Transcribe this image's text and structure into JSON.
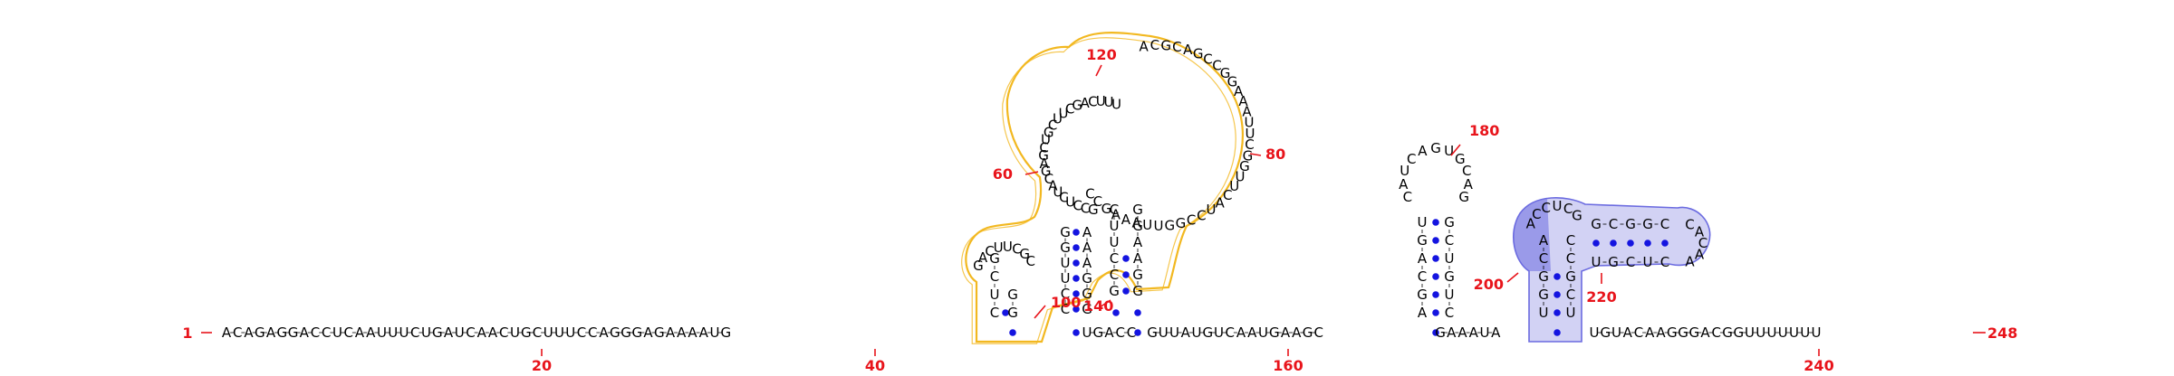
{
  "diagram": {
    "type": "rna-secondary-structure",
    "colors": {
      "nucleotide": "#000000",
      "base_pair": "#1414e0",
      "numbering": "#e8141b",
      "highlight_orange": "#f2b820",
      "highlight_blue": "#6b6be0",
      "highlight_blue_fill": "#d2d2f4"
    },
    "baseline": {
      "start_label": "1",
      "end_label": "248",
      "run_1": [
        "A",
        "C",
        "A",
        "G",
        "A",
        "G",
        "G",
        "A",
        "C",
        "C",
        "U",
        "C",
        "A",
        "A",
        "U",
        "U",
        "U",
        "C",
        "U",
        "G",
        "A",
        "U",
        "C",
        "A",
        "A",
        "C",
        "U",
        "G",
        "C",
        "U",
        "U",
        "U",
        "C",
        "C",
        "A",
        "G",
        "G",
        "G",
        "A",
        "G",
        "A",
        "A",
        "A",
        "A",
        "U",
        "G"
      ],
      "run_2": [
        "U",
        "G",
        "A",
        "C",
        "C"
      ],
      "run_3": [
        "G",
        "U",
        "U",
        "A",
        "U",
        "G",
        "U",
        "C",
        "A",
        "A",
        "U",
        "G",
        "A",
        "A",
        "G",
        "C"
      ],
      "run_4": [
        "G",
        "A",
        "A",
        "A",
        "U",
        "A"
      ],
      "run_5": [
        "U",
        "G",
        "U",
        "A",
        "C",
        "A",
        "A",
        "G",
        "G",
        "G",
        "A",
        "C",
        "G",
        "G",
        "U",
        "U",
        "U",
        "U",
        "U",
        "U",
        "U"
      ]
    },
    "numbers": [
      "20",
      "40",
      "60",
      "80",
      "100",
      "120",
      "140",
      "160",
      "180",
      "200",
      "220",
      "240"
    ],
    "stems": {
      "left_stem_outer": [
        "C",
        "U",
        "C",
        "G"
      ],
      "left_stem_inner": [
        "G",
        "A",
        "G",
        "C",
        "G",
        "A"
      ],
      "mid_stem_left": [
        "C",
        "C",
        "U",
        "U",
        "G",
        "G"
      ],
      "mid_stem_right": [
        "G",
        "G",
        "G",
        "A",
        "A",
        "A"
      ],
      "central_stem_left": [
        "G",
        "C",
        "C",
        "U",
        "U",
        "C"
      ],
      "central_stem_right": [
        "G",
        "G",
        "A",
        "A",
        "G",
        "G"
      ],
      "tall_stem_left": [
        "A",
        "G",
        "C",
        "A",
        "G",
        "U"
      ],
      "tall_stem_right": [
        "C",
        "U",
        "G",
        "U",
        "C",
        "G"
      ],
      "blue_stem_left": [
        "U",
        "G",
        "G",
        "C",
        "A"
      ],
      "blue_stem_right": [
        "U",
        "C",
        "G",
        "C",
        "C"
      ],
      "blue_arm_top": [
        "G",
        "C",
        "G",
        "G",
        "C"
      ],
      "blue_arm_bottom": [
        "U",
        "G",
        "C",
        "U",
        "C"
      ]
    },
    "loops": {
      "small_left_loop": [
        "G",
        "A",
        "C",
        "U",
        "U",
        "C",
        "G",
        "C"
      ],
      "big_left_loop": [
        "G",
        "C",
        "C",
        "U",
        "C",
        "U",
        "A",
        "C",
        "G",
        "A",
        "G",
        "C",
        "U",
        "G",
        "C",
        "U",
        "U",
        "C",
        "G",
        "A",
        "C",
        "U",
        "U",
        "U"
      ],
      "big_right_loop": [
        "A",
        "C",
        "G",
        "C",
        "A",
        "G",
        "C",
        "C",
        "G",
        "G",
        "A",
        "A",
        "A",
        "U",
        "U",
        "C",
        "G",
        "G",
        "U",
        "U",
        "C",
        "A",
        "U",
        "C",
        "C",
        "G",
        "G",
        "U",
        "U",
        "A",
        "A",
        "A",
        "G",
        "C",
        "C"
      ],
      "tall_hairpin": [
        "C",
        "A",
        "U",
        "C",
        "A",
        "G",
        "U",
        "G",
        "C",
        "A",
        "G"
      ],
      "blue_hairpin": [
        "C",
        "A",
        "C",
        "A",
        "A"
      ],
      "blue_bulge": [
        "A",
        "C",
        "C",
        "U",
        "C",
        "G"
      ]
    }
  }
}
